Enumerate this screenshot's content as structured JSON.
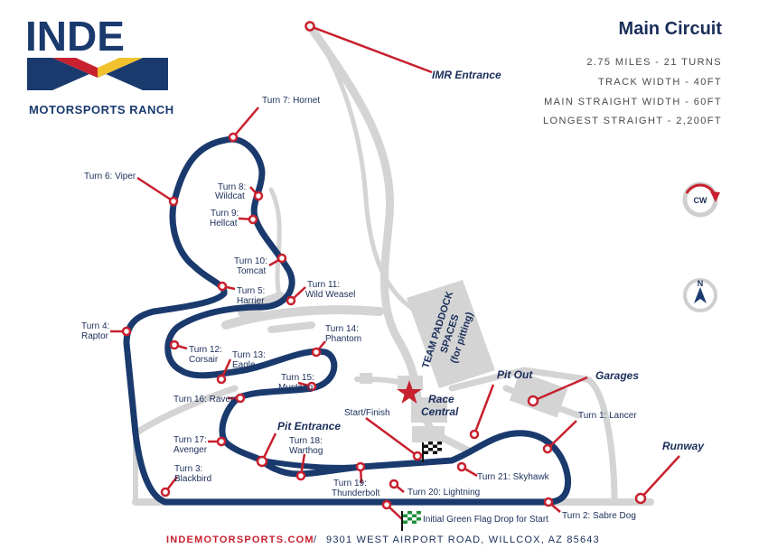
{
  "brand": {
    "logo_text": "INDE",
    "subtitle": "MOTORSPORTS RANCH"
  },
  "header": {
    "title": "Main Circuit",
    "stats": [
      "2.75 MILES - 21 TURNS",
      "TRACK WIDTH - 40FT",
      "MAIN STRAIGHT WIDTH - 60FT",
      "LONGEST STRAIGHT - 2,200FT"
    ]
  },
  "compass": {
    "cw_label": "CW",
    "north_label": "N"
  },
  "turns": {
    "t1": "Turn 1: Lancer",
    "t2": "Turn 2: Sabre Dog",
    "t3a": "Turn 3:",
    "t3b": "Blackbird",
    "t4a": "Turn 4:",
    "t4b": "Raptor",
    "t5a": "Turn 5:",
    "t5b": "Harrier",
    "t6": "Turn 6: Viper",
    "t7": "Turn 7: Hornet",
    "t8a": "Turn 8:",
    "t8b": "Wildcat",
    "t9a": "Turn 9:",
    "t9b": "Hellcat",
    "t10a": "Turn 10:",
    "t10b": "Tomcat",
    "t11a": "Turn 11:",
    "t11b": "Wild Weasel",
    "t12a": "Turn 12:",
    "t12b": "Corsair",
    "t13a": "Turn 13:",
    "t13b": "Eagle",
    "t14a": "Turn 14:",
    "t14b": "Phantom",
    "t15a": "Turn 15:",
    "t15b": "Mustang",
    "t16": "Turn 16: Raven",
    "t17a": "Turn 17:",
    "t17b": "Avenger",
    "t18a": "Turn 18:",
    "t18b": "Warthog",
    "t19a": "Turn 19:",
    "t19b": "Thunderbolt",
    "t20": "Turn 20: Lightning",
    "t21": "Turn 21: Skyhawk"
  },
  "places": {
    "imr_entrance": "IMR Entrance",
    "pit_out": "Pit Out",
    "garages": "Garages",
    "runway": "Runway",
    "pit_entrance": "Pit Entrance",
    "start_finish": "Start/Finish",
    "race_central_1": "Race",
    "race_central_2": "Central",
    "green_flag": "Initial Green Flag Drop for Start",
    "paddock_1": "TEAM PADDOCK",
    "paddock_2": "SPACES",
    "paddock_3": "(for pitting)"
  },
  "footer": {
    "url": "INDEMOTORSPORTS.COM",
    "separator": "/",
    "address": "9301 WEST AIRPORT ROAD, WILLCOX, AZ 85643"
  },
  "colors": {
    "track": "#1a3a6e",
    "accent_red": "#c8202e",
    "logo_yellow": "#f2c12e",
    "access_road": "#d4d4d4"
  }
}
